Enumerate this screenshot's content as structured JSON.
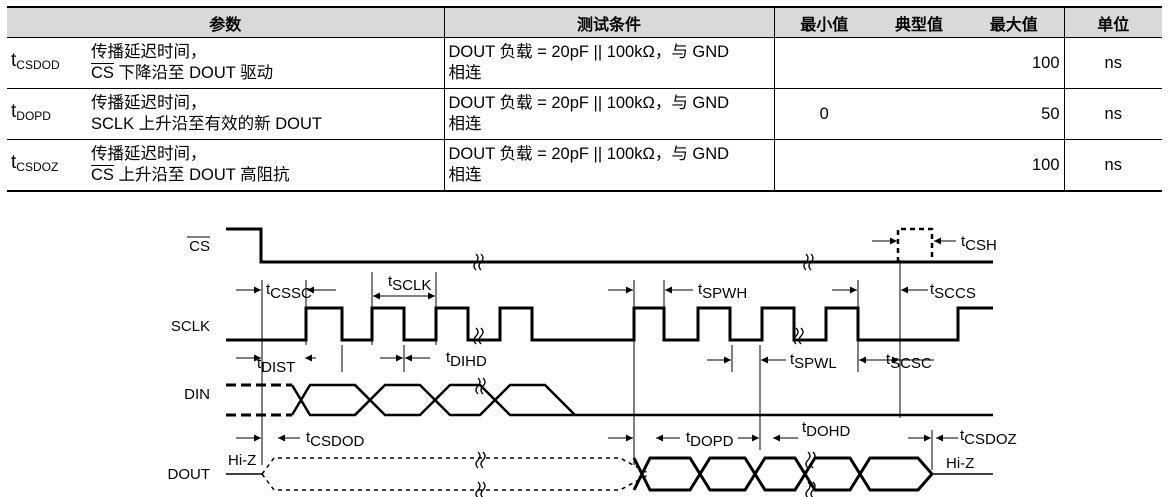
{
  "table": {
    "headers": [
      "参数",
      "测试条件",
      "最小值",
      "典型值",
      "最大值",
      "单位"
    ],
    "rows": [
      {
        "sym": "t",
        "sub": "CSDOD",
        "desc_line1": "传播延迟时间，",
        "desc_cs": "CS",
        "desc_line2": " 下降沿至 DOUT 驱动",
        "cond_line1": "DOUT 负载 = 20pF || 100kΩ，与 GND",
        "cond_line2": "相连",
        "min": "",
        "typ": "",
        "max": "100",
        "unit": "ns"
      },
      {
        "sym": "t",
        "sub": "DOPD",
        "desc_line1": "传播延迟时间，",
        "desc_cs": "",
        "desc_line2": "SCLK 上升沿至有效的新 DOUT",
        "cond_line1": "DOUT 负载 = 20pF || 100kΩ，与 GND",
        "cond_line2": "相连",
        "min": "0",
        "typ": "",
        "max": "50",
        "unit": "ns"
      },
      {
        "sym": "t",
        "sub": "CSDOZ",
        "desc_line1": "传播延迟时间，",
        "desc_cs": "CS",
        "desc_line2": " 上升沿至 DOUT 高阻抗",
        "cond_line1": "DOUT 负载 = 20pF || 100kΩ，与 GND",
        "cond_line2": "相连",
        "min": "",
        "typ": "",
        "max": "100",
        "unit": "ns"
      }
    ]
  },
  "diagram": {
    "signals": {
      "cs": "CS",
      "sclk": "SCLK",
      "din": "DIN",
      "dout": "DOUT"
    },
    "hiz_left": "Hi-Z",
    "hiz_right": "Hi-Z",
    "timing_labels": [
      {
        "t": "t",
        "sub": "CSH"
      },
      {
        "t": "t",
        "sub": "CSSC"
      },
      {
        "t": "t",
        "sub": "SCLK"
      },
      {
        "t": "t",
        "sub": "SPWH"
      },
      {
        "t": "t",
        "sub": "SCCS"
      },
      {
        "t": "t",
        "sub": "DIST"
      },
      {
        "t": "t",
        "sub": "DIHD"
      },
      {
        "t": "t",
        "sub": "SPWL"
      },
      {
        "t": "t",
        "sub": "SCSC"
      },
      {
        "t": "t",
        "sub": "CSDOD"
      },
      {
        "t": "t",
        "sub": "DOPD"
      },
      {
        "t": "t",
        "sub": "DOHD"
      },
      {
        "t": "t",
        "sub": "CSDOZ"
      }
    ]
  }
}
